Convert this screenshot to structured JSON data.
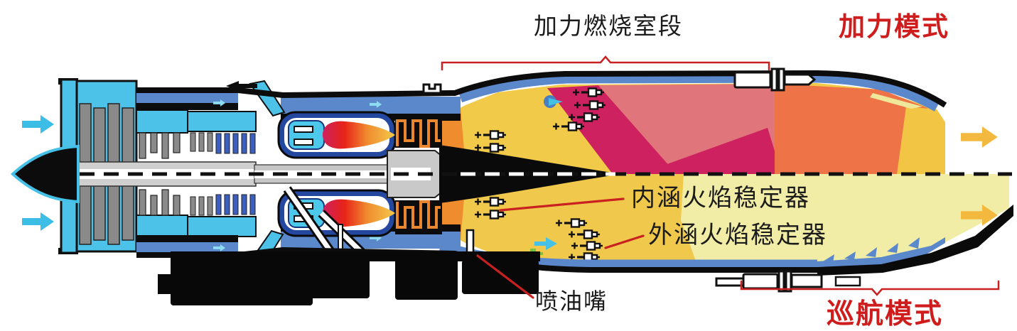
{
  "labels": {
    "afterburner_section": "加力燃烧室段",
    "afterburner_mode": "加力模式",
    "inner_flame_stabilizer": "内涵火焰稳定器",
    "outer_flame_stabilizer": "外涵火焰稳定器",
    "fuel_injector": "喷油嘴",
    "cruise_mode": "巡航模式"
  },
  "colors": {
    "mode_label_red": "#cf1d1d",
    "annotation_red": "#c92020",
    "label_black": "#1b1b1b",
    "inlet_cyan": "#3bbde6",
    "fan_cyan": "#4cc2e8",
    "bypass_blue": "#5b88cb",
    "hp_compressor_blue": "#3b5fc0",
    "combustor_navy": "#24479f",
    "turbine_orange": "#e8872f",
    "flame_crimson": "#ce2160",
    "flame_pink": "#e0757b",
    "flame_orange": "#ee7448",
    "afterburner_yellow": "#f2ca4a",
    "cruise_pale_yellow": "#f1eda6",
    "exhaust_arrow_orange": "#f3b93f",
    "casing_black": "#0c0c0c"
  },
  "icons": {
    "inlet_flow_arrow": "right-arrow-cyan",
    "exhaust_flow_arrow": "right-arrow-orange",
    "bleed_air_arrow": "left-arrow-black",
    "flame_stabilizer": "v-gutter-with-fuel-bar-symbol"
  },
  "stabilizers": {
    "outer_duct_top_count": 4,
    "inner_duct_top_count": 2,
    "inner_duct_bottom_count": 2,
    "outer_duct_bottom_count": 4
  }
}
